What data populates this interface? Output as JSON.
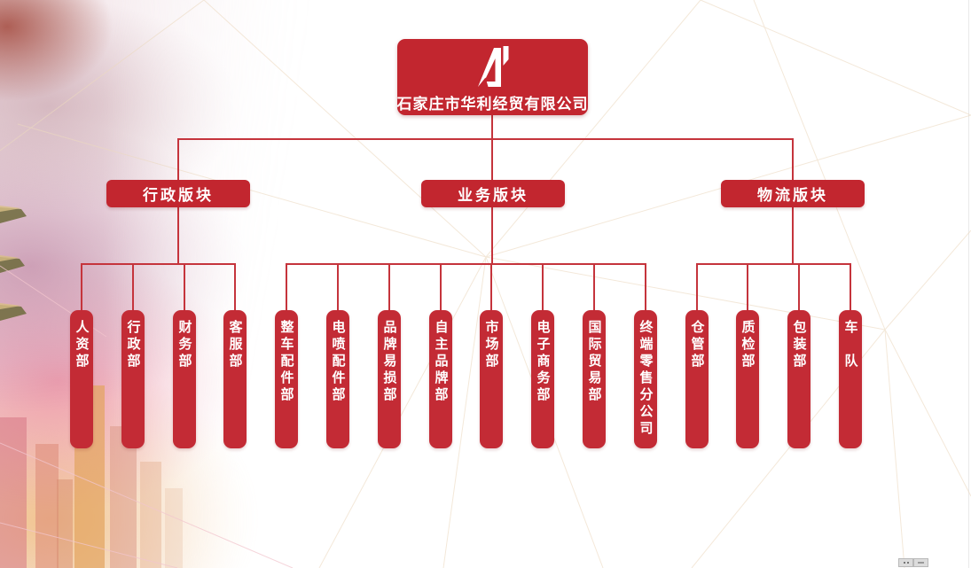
{
  "org_chart": {
    "root": {
      "name": "石家庄市华利经贸有限公司",
      "logo_icon": "huali-monogram-logo"
    },
    "groups": [
      {
        "label": "行政版块",
        "departments": [
          "人资部",
          "行政部",
          "财务部",
          "客服部"
        ]
      },
      {
        "label": "业务版块",
        "departments": [
          "整车配件部",
          "电喷配件部",
          "品牌易损部",
          "自主品牌部",
          "市场部",
          "电子商务部",
          "国际贸易部",
          "终端零售分公司"
        ]
      },
      {
        "label": "物流版块",
        "departments": [
          "仓管部",
          "质检部",
          "包装部",
          "车　队"
        ]
      }
    ],
    "colors": {
      "box_red": "#c2262f",
      "leaf_red": "#c32b35",
      "line_red": "#c5343c",
      "text_white": "#ffffff",
      "mesh_beige": "#ecd9c0"
    }
  }
}
